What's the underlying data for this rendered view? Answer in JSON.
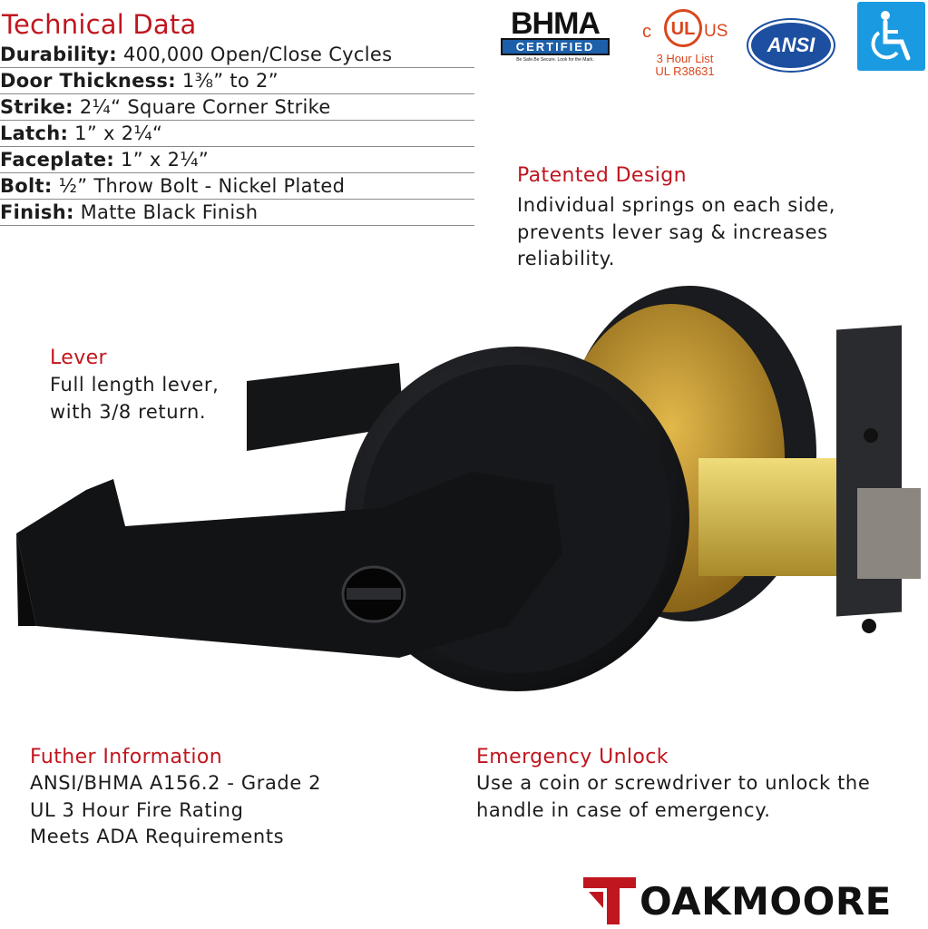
{
  "technical_data": {
    "title": "Technical Data",
    "rows": [
      {
        "label": "Durability:",
        "value": "400,000 Open/Close Cycles"
      },
      {
        "label": "Door Thickness:",
        "value": "1⅜” to 2”"
      },
      {
        "label": "Strike:",
        "value": "2¼“ Square Corner Strike"
      },
      {
        "label": "Latch:",
        "value": "1” x 2¼“"
      },
      {
        "label": "Faceplate:",
        "value": "1” x 2¼”"
      },
      {
        "label": "Bolt:",
        "value": "½” Throw Bolt - Nickel Plated"
      },
      {
        "label": "Finish:",
        "value": "Matte Black Finish"
      }
    ]
  },
  "certifications": {
    "bhma": {
      "name": "BHMA",
      "badge": "CERTIFIED",
      "tagline": "Be Safe.Be Secure. Look for the Mark."
    },
    "ul": {
      "c": "c",
      "mark": "UL",
      "us": "US",
      "line1": "3 Hour List",
      "line2": "UL R38631"
    },
    "ansi": {
      "name": "ANSI"
    },
    "ada": {
      "icon": "wheelchair-icon"
    }
  },
  "features": {
    "patented": {
      "heading": "Patented Design",
      "lines": [
        "Individual springs on each side,",
        "prevents lever sag & increases",
        "reliability."
      ]
    },
    "lever": {
      "heading": "Lever",
      "lines": [
        "Full length lever,",
        "with 3/8 return."
      ]
    },
    "further": {
      "heading": "Futher Information",
      "lines": [
        "ANSI/BHMA A156.2 - Grade 2",
        "UL 3 Hour Fire Rating",
        "Meets ADA Requirements"
      ]
    },
    "emergency": {
      "heading": "Emergency Unlock",
      "lines": [
        "Use a coin or screwdriver to unlock the",
        "handle in case of emergency."
      ]
    }
  },
  "brand": {
    "name": "OAKMOORE"
  },
  "colors": {
    "accent": "#c0161f",
    "text": "#1c1c1c",
    "ada_blue": "#1a9ae0",
    "ansi_blue": "#1d4fa0"
  }
}
